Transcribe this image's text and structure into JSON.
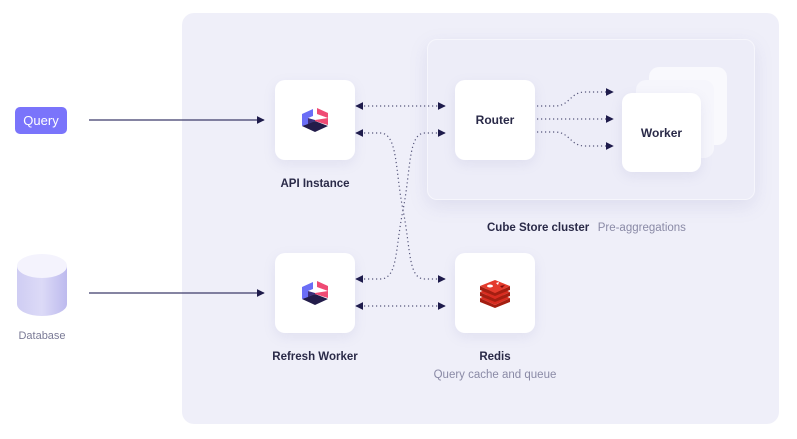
{
  "title": "Cube architecture diagram",
  "inputs": {
    "query": {
      "label": "Query",
      "color": "#7a74fb"
    },
    "database": {
      "label": "Database"
    }
  },
  "nodes": {
    "api_instance": {
      "label": "API Instance",
      "icon": "cube-logo-icon"
    },
    "refresh_worker": {
      "label": "Refresh Worker",
      "icon": "cube-logo-icon"
    },
    "router": {
      "label": "Router"
    },
    "worker": {
      "label": "Worker"
    },
    "redis": {
      "label": "Redis",
      "sublabel": "Query cache and queue",
      "icon": "redis-logo-icon"
    }
  },
  "cluster": {
    "label": "Cube Store cluster",
    "sublabel": "Pre-aggregations"
  },
  "edges": [
    {
      "from": "query",
      "to": "api_instance",
      "style": "solid"
    },
    {
      "from": "database",
      "to": "refresh_worker",
      "style": "solid"
    },
    {
      "from": "api_instance",
      "to": "router",
      "style": "dotted",
      "bidirectional": true
    },
    {
      "from": "api_instance",
      "to": "redis",
      "style": "dotted",
      "bidirectional": true
    },
    {
      "from": "refresh_worker",
      "to": "router",
      "style": "dotted",
      "bidirectional": true
    },
    {
      "from": "refresh_worker",
      "to": "redis",
      "style": "dotted",
      "bidirectional": true
    },
    {
      "from": "router",
      "to": "worker",
      "style": "dotted",
      "count": 3
    }
  ],
  "colors": {
    "accent": "#7a74fb",
    "ink": "#1e1b4b",
    "panel": "#efeff9",
    "redis": "#d82c20",
    "cube_pink": "#ef4b74",
    "cube_blue": "#6b6ef6",
    "cube_dark": "#231c4a"
  }
}
